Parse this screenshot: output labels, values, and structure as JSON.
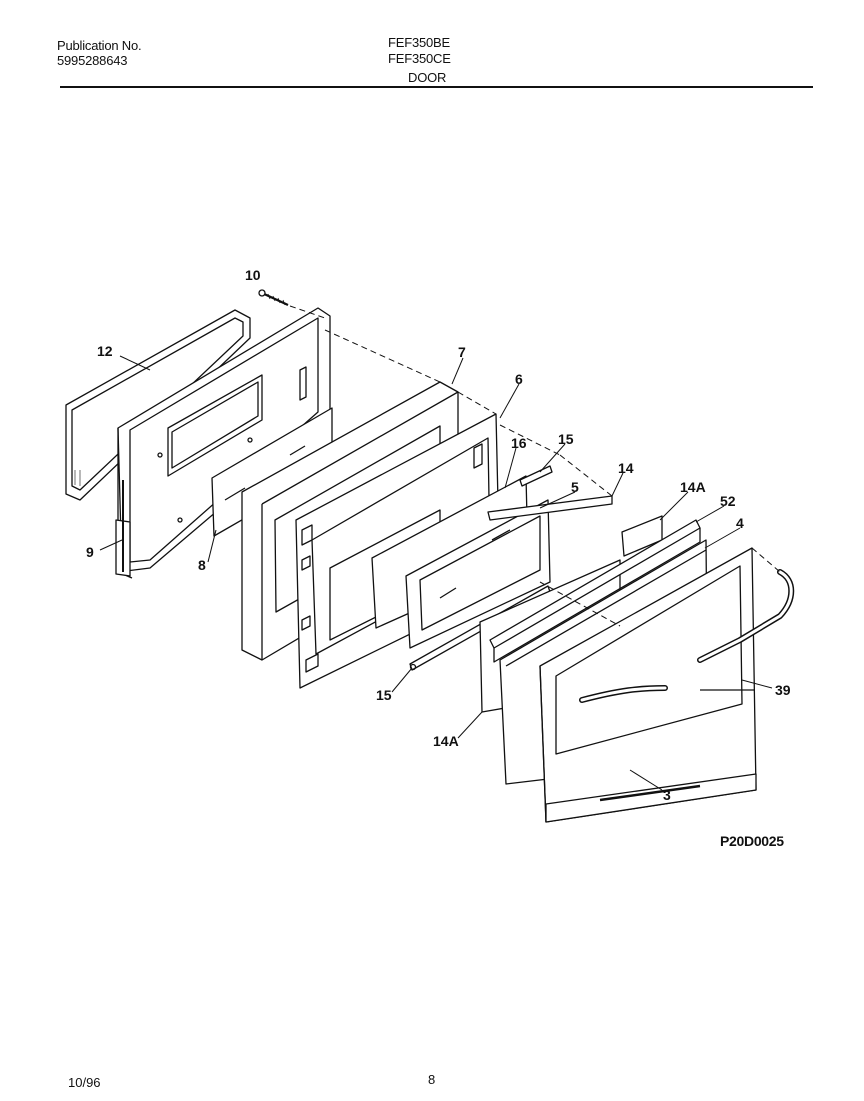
{
  "header": {
    "publication_label": "Publication No.",
    "publication_number": "5995288643",
    "model_1": "FEF350BE",
    "model_2": "FEF350CE",
    "section": "DOOR"
  },
  "callouts": {
    "c10": "10",
    "c12": "12",
    "c7": "7",
    "c6": "6",
    "c16": "16",
    "c15a": "15",
    "c14": "14",
    "c14a_top": "14A",
    "c52": "52",
    "c5": "5",
    "c4": "4",
    "c9": "9",
    "c8": "8",
    "c15b": "15",
    "c39": "39",
    "c14a_bottom": "14A",
    "c3": "3"
  },
  "diagram_code": "P20D0025",
  "footer": {
    "date": "10/96",
    "page": "8"
  }
}
